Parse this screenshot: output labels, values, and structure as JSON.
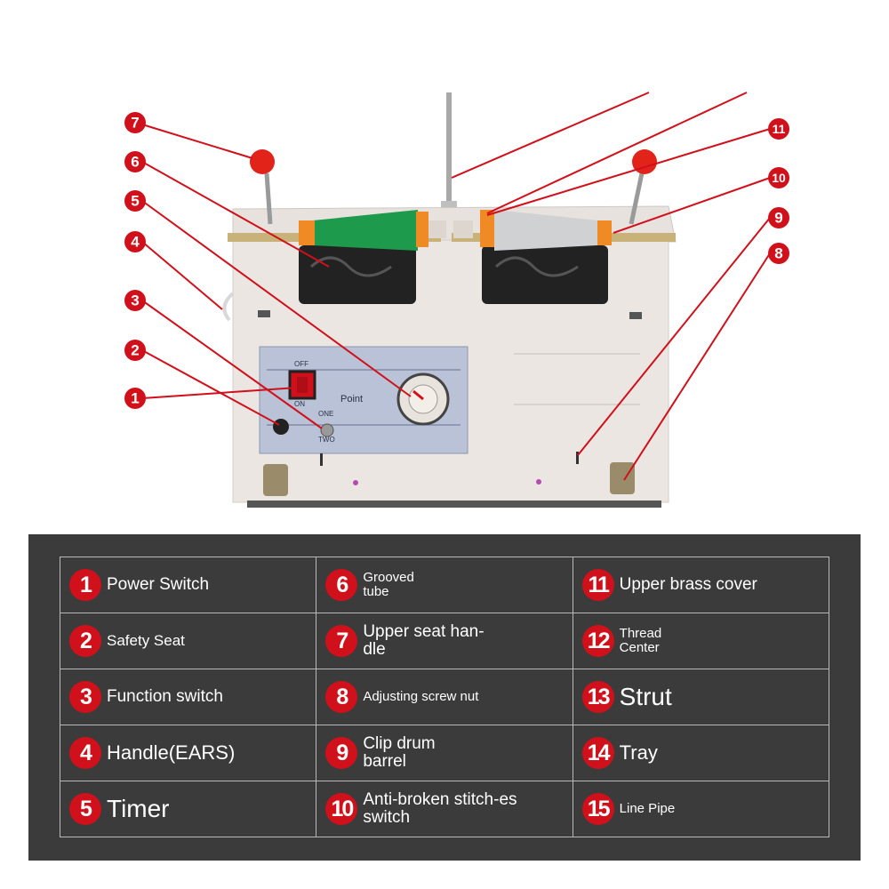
{
  "machine": {
    "panel_texts": {
      "off": "OFF",
      "on": "ON",
      "point": "Point",
      "one": "ONE",
      "two": "TWO"
    }
  },
  "callouts": [
    "7",
    "6",
    "5",
    "4",
    "3",
    "2",
    "1",
    "11",
    "10",
    "9",
    "8"
  ],
  "legend": {
    "items": [
      {
        "num": "1",
        "label": "Power Switch"
      },
      {
        "num": "2",
        "label": "Safety Seat"
      },
      {
        "num": "3",
        "label": "Function switch"
      },
      {
        "num": "4",
        "label": "Handle(EARS)"
      },
      {
        "num": "5",
        "label": "Timer"
      },
      {
        "num": "6",
        "label": "Grooved tube"
      },
      {
        "num": "7",
        "label": "Upper seat han-dle"
      },
      {
        "num": "8",
        "label": "Adjusting screw nut"
      },
      {
        "num": "9",
        "label": "Clip drum barrel"
      },
      {
        "num": "10",
        "label": "Anti-broken stitch-es switch"
      },
      {
        "num": "11",
        "label": "Upper brass cover"
      },
      {
        "num": "12",
        "label": "Thread Center"
      },
      {
        "num": "13",
        "label": "Strut"
      },
      {
        "num": "14",
        "label": "Tray"
      },
      {
        "num": "15",
        "label": "Line Pipe"
      }
    ]
  },
  "colors": {
    "callout_red": "#d0101a",
    "machine_body": "#ebe6e2",
    "panel_blue": "#b9c2d6",
    "legend_bg": "#3b3b3b",
    "green_thread": "#1d9a4c",
    "grey_thread": "#cfd1d3"
  }
}
